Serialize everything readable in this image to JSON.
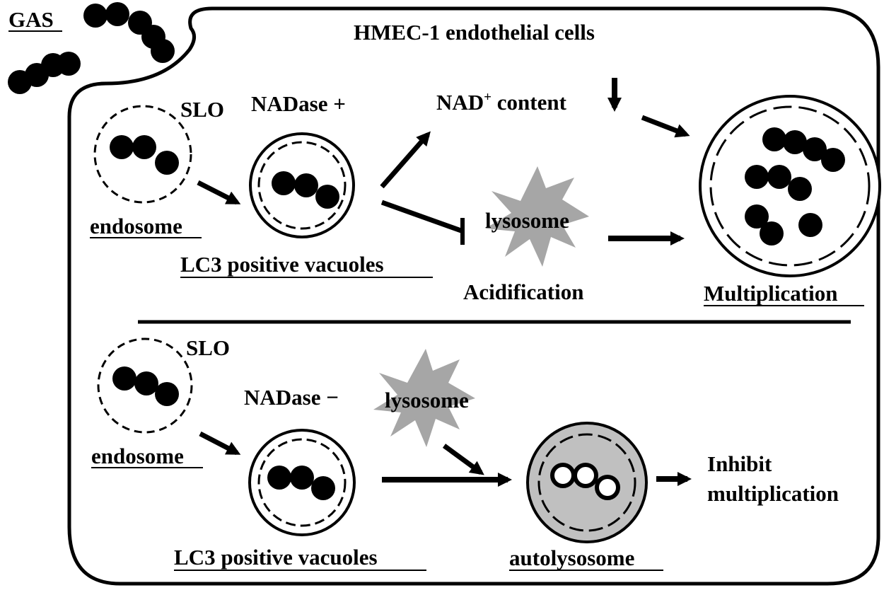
{
  "labels": {
    "gas": "GAS",
    "cell_title": "HMEC-1 endothelial cells",
    "slo_top": "SLO",
    "nadase_plus": "NADase +",
    "endosome_top": "endosome",
    "lc3_top": "LC3 positive vacuoles",
    "nad_prefix": "NAD",
    "nad_sup": "+",
    "nad_suffix": " content",
    "lysosome_top": "lysosome",
    "acidification": "Acidification",
    "multiplication": "Multiplication",
    "slo_bottom": "SLO",
    "nadase_minus": "NADase −",
    "lysosome_bottom": "lysosome",
    "endosome_bottom": "endosome",
    "lc3_bottom": "LC3 positive vacuoles",
    "autolysosome": "autolysosome",
    "inhibit_line1": "Inhibit",
    "inhibit_line2": "multiplication"
  },
  "colors": {
    "ink": "#000000",
    "lysosome_fill": "#a6a6a6",
    "autolysosome_fill": "#c0c0c0",
    "background": "#ffffff"
  }
}
